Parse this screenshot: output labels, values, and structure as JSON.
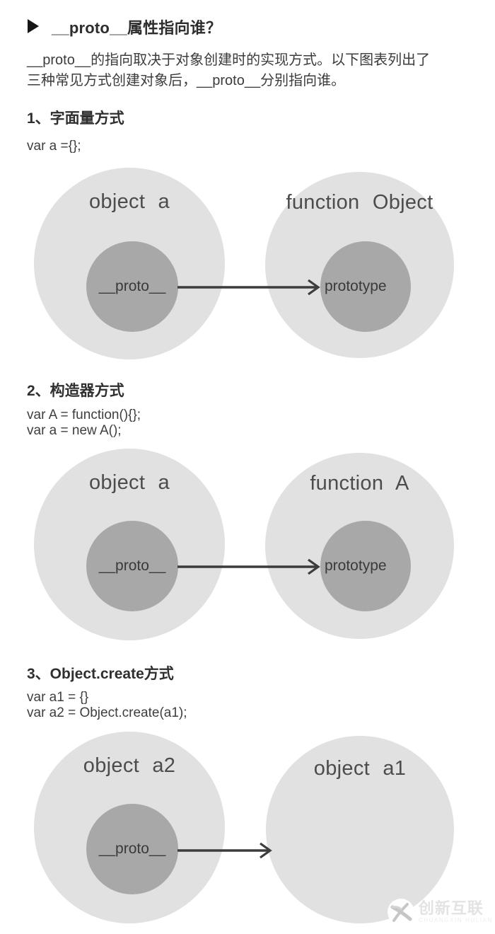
{
  "header": {
    "title": "__proto__属性指向谁？"
  },
  "intro": {
    "lines": [
      "__proto__的指向取决于对象创建时的实现方式。以下图表列出了",
      "三种常见方式创建对象后，__proto__分别指向谁。"
    ]
  },
  "sections": [
    {
      "heading": "1、字面量方式",
      "code": [
        "var a ={};"
      ],
      "diagram": {
        "left_outer_label": "object a",
        "left_inner_label": "__proto__",
        "right_outer_label": "function Object",
        "right_inner_label": "prototype"
      }
    },
    {
      "heading": "2、构造器方式",
      "code": [
        "var A = function(){};",
        "var a = new A();"
      ],
      "diagram": {
        "left_outer_label": "object a",
        "left_inner_label": "__proto__",
        "right_outer_label": "function A",
        "right_inner_label": "prototype"
      }
    },
    {
      "heading": "3、Object.create方式",
      "code": [
        "var a1 = {}",
        "var a2 = Object.create(a1);"
      ],
      "diagram": {
        "left_outer_label": "object a2",
        "left_inner_label": "__proto__",
        "right_outer_label": "object a1"
      }
    }
  ],
  "watermark": {
    "name": "创新互联",
    "subtitle": "CHUANGXIN HULIAN"
  },
  "colors": {
    "outer_circle": "#e1e1e1",
    "inner_circle": "#a8a8a8",
    "arrow": "#3c3c3c",
    "heading_text": "#2f2f2f",
    "body_text": "#3c3c3c",
    "circle_text": "#4c4c4c"
  }
}
